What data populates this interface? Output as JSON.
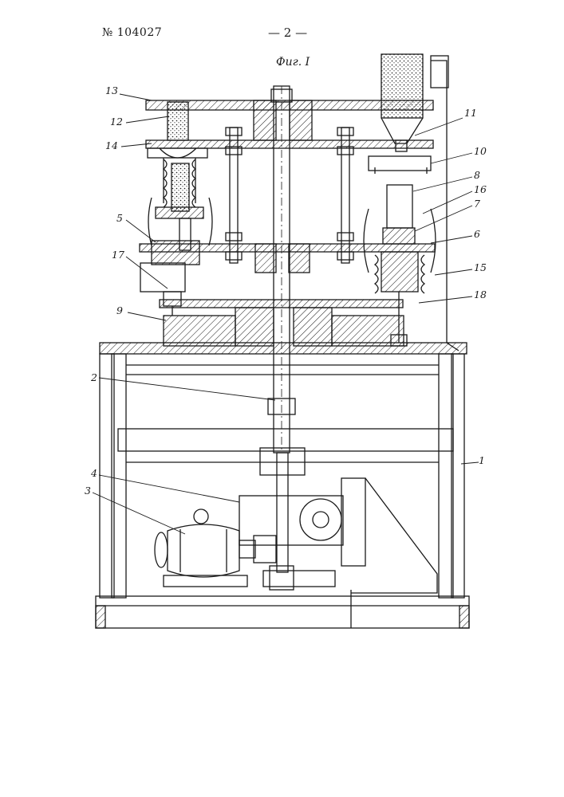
{
  "header": {
    "patent_number": "№ 104027",
    "page_number": "— 2 —",
    "figure_caption": "Фиг. I"
  },
  "labels": {
    "l1": "1",
    "l2": "2",
    "l3": "3",
    "l4": "4",
    "l5": "5",
    "l6": "6",
    "l7": "7",
    "l8": "8",
    "l9": "9",
    "l10": "10",
    "l11": "11",
    "l12": "12",
    "l13": "13",
    "l14": "14",
    "l15": "15",
    "l16": "16",
    "l17": "17",
    "l18": "18"
  },
  "colors": {
    "ink": "#1a1a1a",
    "paper": "#ffffff"
  }
}
